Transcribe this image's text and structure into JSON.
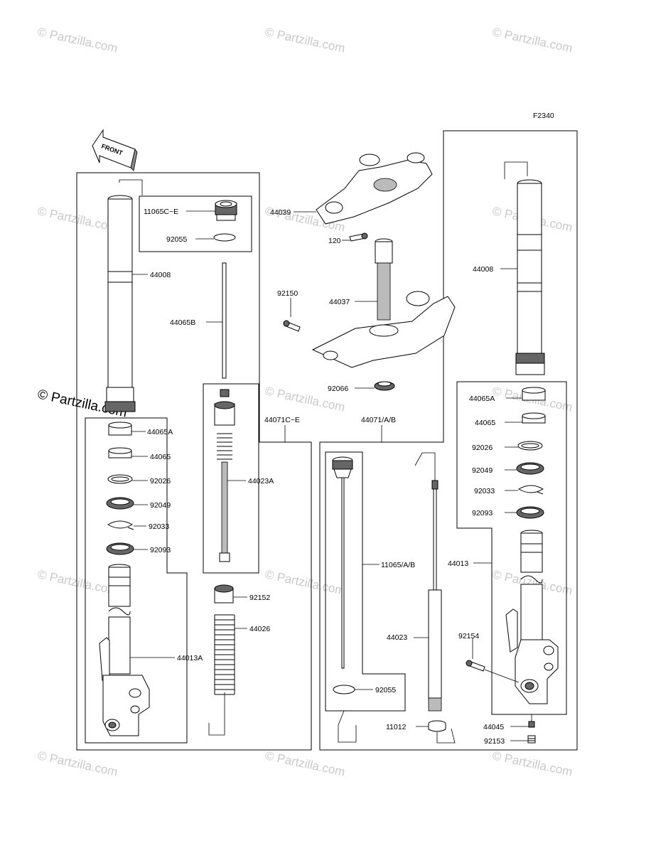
{
  "diagram_code": "F2340",
  "front_arrow_label": "FRONT",
  "watermark_text": "© Partzilla.com",
  "colors": {
    "line": "#000000",
    "watermark": "#c9c9c9",
    "shade_dark": "#666666",
    "shade_light": "#bbbbbb"
  },
  "parts": {
    "p_11065ce": "11065C~E",
    "p_92055_top": "92055",
    "p_44008_left": "44008",
    "p_44065b": "44065B",
    "p_44071ce": "44071C~E",
    "p_44065a_left": "44065A",
    "p_44065_left": "44065",
    "p_92026_left": "92026",
    "p_92049_left": "92049",
    "p_92033_left": "92033",
    "p_92093_left": "92093",
    "p_44023a": "44023A",
    "p_92152": "92152",
    "p_44026": "44026",
    "p_44013a": "44013A",
    "p_44039": "44039",
    "p_120": "120",
    "p_92150": "92150",
    "p_44037": "44037",
    "p_92066": "92066",
    "p_44071ab": "44071/A/B",
    "p_44008_right": "44008",
    "p_44065a_right": "44065A",
    "p_44065_right": "44065",
    "p_92026_right": "92026",
    "p_92049_right": "92049",
    "p_92033_right": "92033",
    "p_92093_right": "92093",
    "p_11065ab": "11065/A/B",
    "p_44013": "44013",
    "p_44023": "44023",
    "p_92154": "92154",
    "p_92055_bottom": "92055",
    "p_11012": "11012",
    "p_44045": "44045",
    "p_92153": "92153"
  }
}
